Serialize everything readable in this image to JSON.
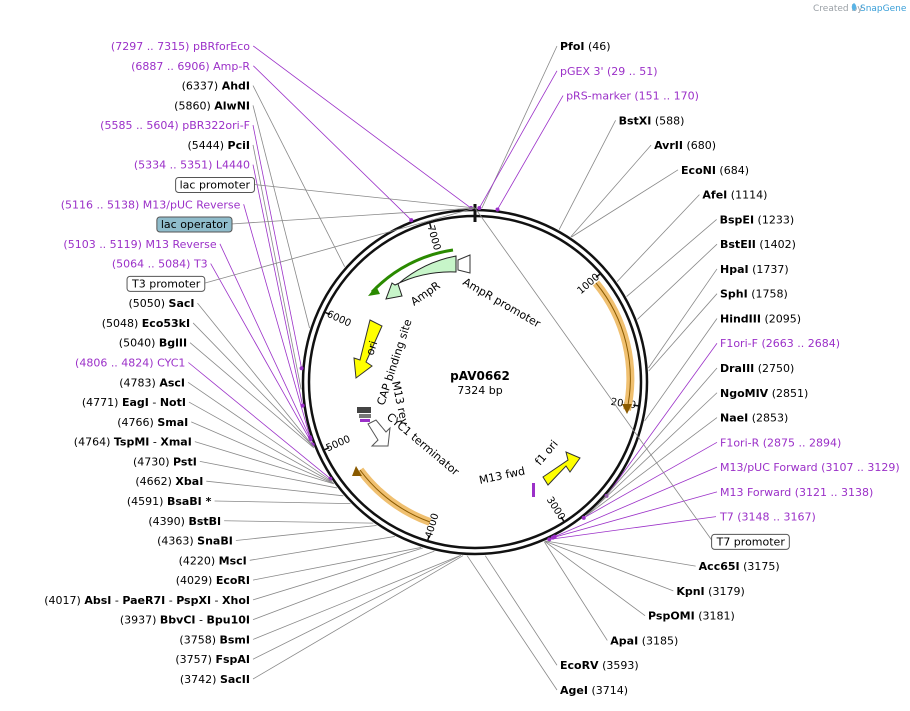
{
  "header": {
    "credit": "Created by",
    "brand": "SnapGene"
  },
  "plasmid": {
    "name": "pAV0662",
    "length_label": "7324 bp",
    "length_bp": 7324,
    "ticks": [
      "1000",
      "2000",
      "3000",
      "4000",
      "5000",
      "6000",
      "7000"
    ]
  },
  "features": [
    {
      "label": "AmpR promoter",
      "kind": "promoter"
    },
    {
      "label": "AmpR",
      "kind": "gene"
    },
    {
      "label": "ori",
      "kind": "rep_origin"
    },
    {
      "label": "CAP binding site",
      "kind": "protein_bind"
    },
    {
      "label": "M13 rev",
      "kind": "primer_bind"
    },
    {
      "label": "CYC1 terminator",
      "kind": "terminator"
    },
    {
      "label": "M13 fwd",
      "kind": "primer_bind"
    },
    {
      "label": "f1 ori",
      "kind": "rep_origin"
    }
  ],
  "left_labels": [
    {
      "kind": "primer",
      "name": "pBRforEco",
      "range": "(7297 .. 7315)"
    },
    {
      "kind": "primer",
      "name": "Amp-R",
      "range": "(6887 .. 6906)"
    },
    {
      "kind": "enzyme",
      "name": "AhdI",
      "pos": "(6337)"
    },
    {
      "kind": "enzyme",
      "name": "AlwNI",
      "pos": "(5860)"
    },
    {
      "kind": "primer",
      "name": "pBR322ori-F",
      "range": "(5585 .. 5604)"
    },
    {
      "kind": "enzyme",
      "name": "PciI",
      "pos": "(5444)"
    },
    {
      "kind": "primer",
      "name": "L4440",
      "range": "(5334 .. 5351)"
    },
    {
      "kind": "boxed",
      "name": "lac promoter"
    },
    {
      "kind": "primer",
      "name": "M13/pUC Reverse",
      "range": "(5116 .. 5138)"
    },
    {
      "kind": "boxed_hl",
      "name": "lac operator"
    },
    {
      "kind": "primer",
      "name": "M13 Reverse",
      "range": "(5103 .. 5119)"
    },
    {
      "kind": "primer",
      "name": "T3",
      "range": "(5064 .. 5084)"
    },
    {
      "kind": "boxed",
      "name": "T3 promoter"
    },
    {
      "kind": "enzyme",
      "name": "SacI",
      "pos": "(5050)"
    },
    {
      "kind": "enzyme",
      "name": "Eco53kI",
      "pos": "(5048)"
    },
    {
      "kind": "enzyme",
      "name": "BglII",
      "pos": "(5040)"
    },
    {
      "kind": "primer",
      "name": "CYC1",
      "range": "(4806 .. 4824)"
    },
    {
      "kind": "enzyme",
      "name": "AscI",
      "pos": "(4783)"
    },
    {
      "kind": "enzyme",
      "name": "EagI",
      "pos": "(4771)",
      "extra": "NotI"
    },
    {
      "kind": "enzyme",
      "name": "SmaI",
      "pos": "(4766)"
    },
    {
      "kind": "enzyme",
      "name": "TspMI",
      "pos": "(4764)",
      "extra": "XmaI"
    },
    {
      "kind": "enzyme",
      "name": "PstI",
      "pos": "(4730)"
    },
    {
      "kind": "enzyme",
      "name": "XbaI",
      "pos": "(4662)"
    },
    {
      "kind": "enzyme",
      "name": "BsaBI *",
      "pos": "(4591)"
    },
    {
      "kind": "enzyme",
      "name": "BstBI",
      "pos": "(4390)"
    },
    {
      "kind": "enzyme",
      "name": "SnaBI",
      "pos": "(4363)"
    },
    {
      "kind": "enzyme",
      "name": "MscI",
      "pos": "(4220)"
    },
    {
      "kind": "enzyme",
      "name": "EcoRI",
      "pos": "(4029)"
    },
    {
      "kind": "enzyme",
      "name": "AbsI",
      "pos": "(4017)",
      "extras": [
        "PaeR7I",
        "PspXI",
        "XhoI"
      ]
    },
    {
      "kind": "enzyme",
      "name": "BbvCI",
      "pos": "(3937)",
      "extra": "Bpu10I"
    },
    {
      "kind": "enzyme",
      "name": "BsmI",
      "pos": "(3758)"
    },
    {
      "kind": "enzyme",
      "name": "FspAI",
      "pos": "(3757)"
    },
    {
      "kind": "enzyme",
      "name": "SacII",
      "pos": "(3742)"
    }
  ],
  "right_labels": [
    {
      "kind": "enzyme",
      "name": "PfoI",
      "pos": "(46)"
    },
    {
      "kind": "primer",
      "name": "pGEX 3'",
      "range": "(29 .. 51)"
    },
    {
      "kind": "primer",
      "name": "pRS-marker",
      "range": "(151 .. 170)"
    },
    {
      "kind": "enzyme",
      "name": "BstXI",
      "pos": "(588)"
    },
    {
      "kind": "enzyme",
      "name": "AvrII",
      "pos": "(680)"
    },
    {
      "kind": "enzyme",
      "name": "EcoNI",
      "pos": "(684)"
    },
    {
      "kind": "enzyme",
      "name": "AfeI",
      "pos": "(1114)"
    },
    {
      "kind": "enzyme",
      "name": "BspEI",
      "pos": "(1233)"
    },
    {
      "kind": "enzyme",
      "name": "BstEII",
      "pos": "(1402)"
    },
    {
      "kind": "enzyme",
      "name": "HpaI",
      "pos": "(1737)"
    },
    {
      "kind": "enzyme",
      "name": "SphI",
      "pos": "(1758)"
    },
    {
      "kind": "enzyme",
      "name": "HindIII",
      "pos": "(2095)"
    },
    {
      "kind": "primer",
      "name": "F1ori-F",
      "range": "(2663 .. 2684)"
    },
    {
      "kind": "enzyme",
      "name": "DraIII",
      "pos": "(2750)"
    },
    {
      "kind": "enzyme",
      "name": "NgoMIV",
      "pos": "(2851)"
    },
    {
      "kind": "enzyme",
      "name": "NaeI",
      "pos": "(2853)"
    },
    {
      "kind": "primer",
      "name": "F1ori-R",
      "range": "(2875 .. 2894)"
    },
    {
      "kind": "primer",
      "name": "M13/pUC Forward",
      "range": "(3107 .. 3129)"
    },
    {
      "kind": "primer",
      "name": "M13 Forward",
      "range": "(3121 .. 3138)"
    },
    {
      "kind": "primer",
      "name": "T7",
      "range": "(3148 .. 3167)"
    },
    {
      "kind": "boxed",
      "name": "T7 promoter"
    },
    {
      "kind": "enzyme",
      "name": "Acc65I",
      "pos": "(3175)"
    },
    {
      "kind": "enzyme",
      "name": "KpnI",
      "pos": "(3179)"
    },
    {
      "kind": "enzyme",
      "name": "PspOMI",
      "pos": "(3181)"
    },
    {
      "kind": "enzyme",
      "name": "ApaI",
      "pos": "(3185)"
    },
    {
      "kind": "enzyme",
      "name": "EcoRV",
      "pos": "(3593)"
    },
    {
      "kind": "enzyme",
      "name": "AgeI",
      "pos": "(3714)"
    }
  ],
  "colors": {
    "primer": "#9b30c8",
    "amp_fill": "#c7f5c9",
    "amp_stroke": "#222222",
    "ori_fill": "#ffff00",
    "orange_arc": "#f0c070",
    "orange_stroke": "#8a5a00",
    "green_arc": "#2a8a00",
    "lac_operator_bg": "#8fbccb"
  }
}
